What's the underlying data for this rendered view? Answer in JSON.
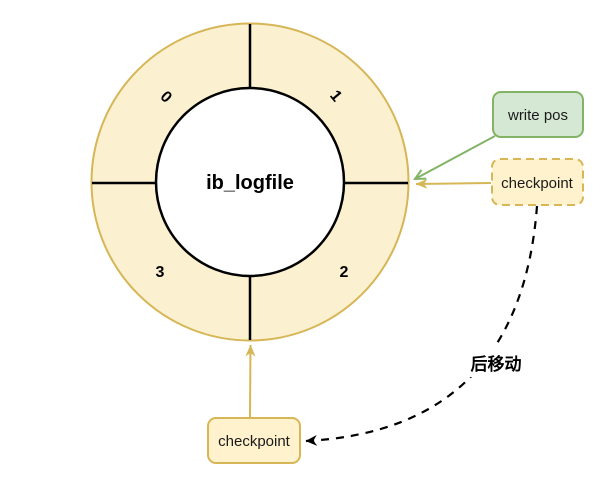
{
  "diagram": {
    "logfile_ring": {
      "title": "ib_logfile",
      "segments": [
        {
          "label": "0"
        },
        {
          "label": "1"
        },
        {
          "label": "2"
        },
        {
          "label": "3"
        }
      ]
    },
    "write_pos_box": {
      "label": "write pos"
    },
    "checkpoint_right_box": {
      "label": "checkpoint"
    },
    "checkpoint_bottom_box": {
      "label": "checkpoint"
    },
    "move_annotation": {
      "label": "后移动"
    },
    "colors": {
      "ring_fill": "#FBF0CF",
      "ring_stroke": "#D6B656",
      "inner_circle_fill": "#FFFFFF",
      "divider_stroke": "#000000",
      "yellow_box_fill": "#FFF2CC",
      "yellow_box_stroke": "#D6B656",
      "green_box_fill": "#D5E8D4",
      "green_box_stroke": "#82B366",
      "dashed_arrow": "#000000",
      "background": "#FFFFFF"
    }
  }
}
